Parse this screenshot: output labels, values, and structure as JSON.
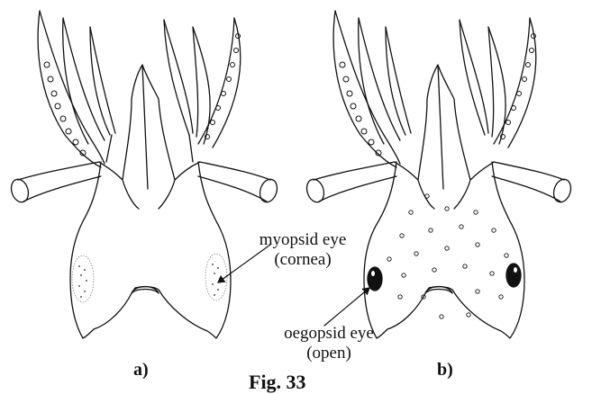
{
  "labels": {
    "myopsid_line1": "myopsid eye",
    "myopsid_line2": "(cornea)",
    "oegopsid_line1": "oegopsid eye",
    "oegopsid_line2": "(open)",
    "panel_a": "a)",
    "panel_b": "b)",
    "figure": "Fig. 33"
  }
}
